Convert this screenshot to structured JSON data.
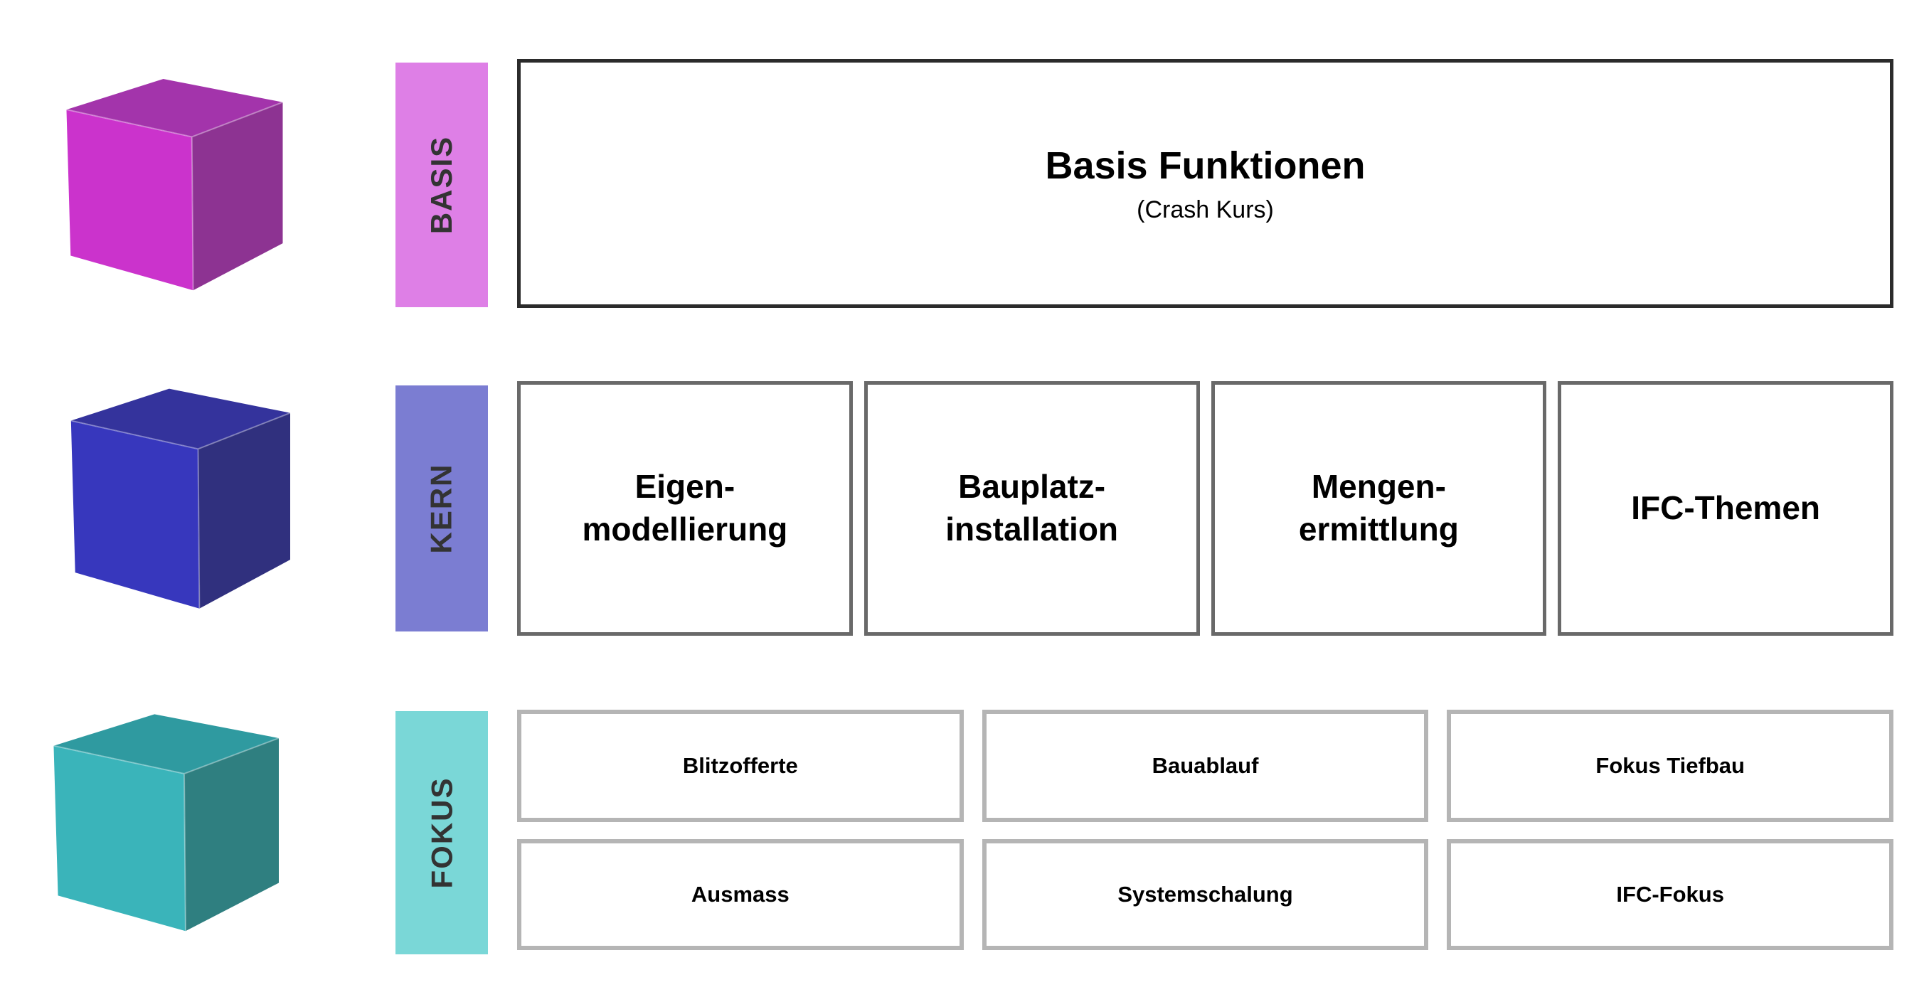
{
  "diagram": {
    "tiers": {
      "basis": {
        "label": "BASIS",
        "bar_color": "#de7fe6",
        "cube": {
          "top": "#a334ab",
          "front": "#cb33cc",
          "right": "#8d3392"
        },
        "box": {
          "title": "Basis Funktionen",
          "subtitle": "(Crash Kurs)"
        }
      },
      "kern": {
        "label": "KERN",
        "bar_color": "#7b7dd2",
        "cube": {
          "top": "#34339c",
          "front": "#3737bd",
          "right": "#30307e"
        },
        "boxes": [
          "Eigen-\nmodellierung",
          "Bauplatz-\ninstallation",
          "Mengen-\nermittlung",
          "IFC-Themen"
        ]
      },
      "fokus": {
        "label": "FOKUS",
        "bar_color": "#7ad7d7",
        "cube": {
          "top": "#2f9aa0",
          "front": "#3ab4ba",
          "right": "#2f7f80"
        },
        "rows": [
          [
            "Blitzofferte",
            "Bauablauf",
            "Fokus Tiefbau"
          ],
          [
            "Ausmass",
            "Systemschalung",
            "IFC-Fokus"
          ]
        ]
      }
    },
    "border_colors": {
      "basis": "#2b2b2b",
      "kern": "#696969",
      "fokus": "#b5b5b5"
    }
  }
}
